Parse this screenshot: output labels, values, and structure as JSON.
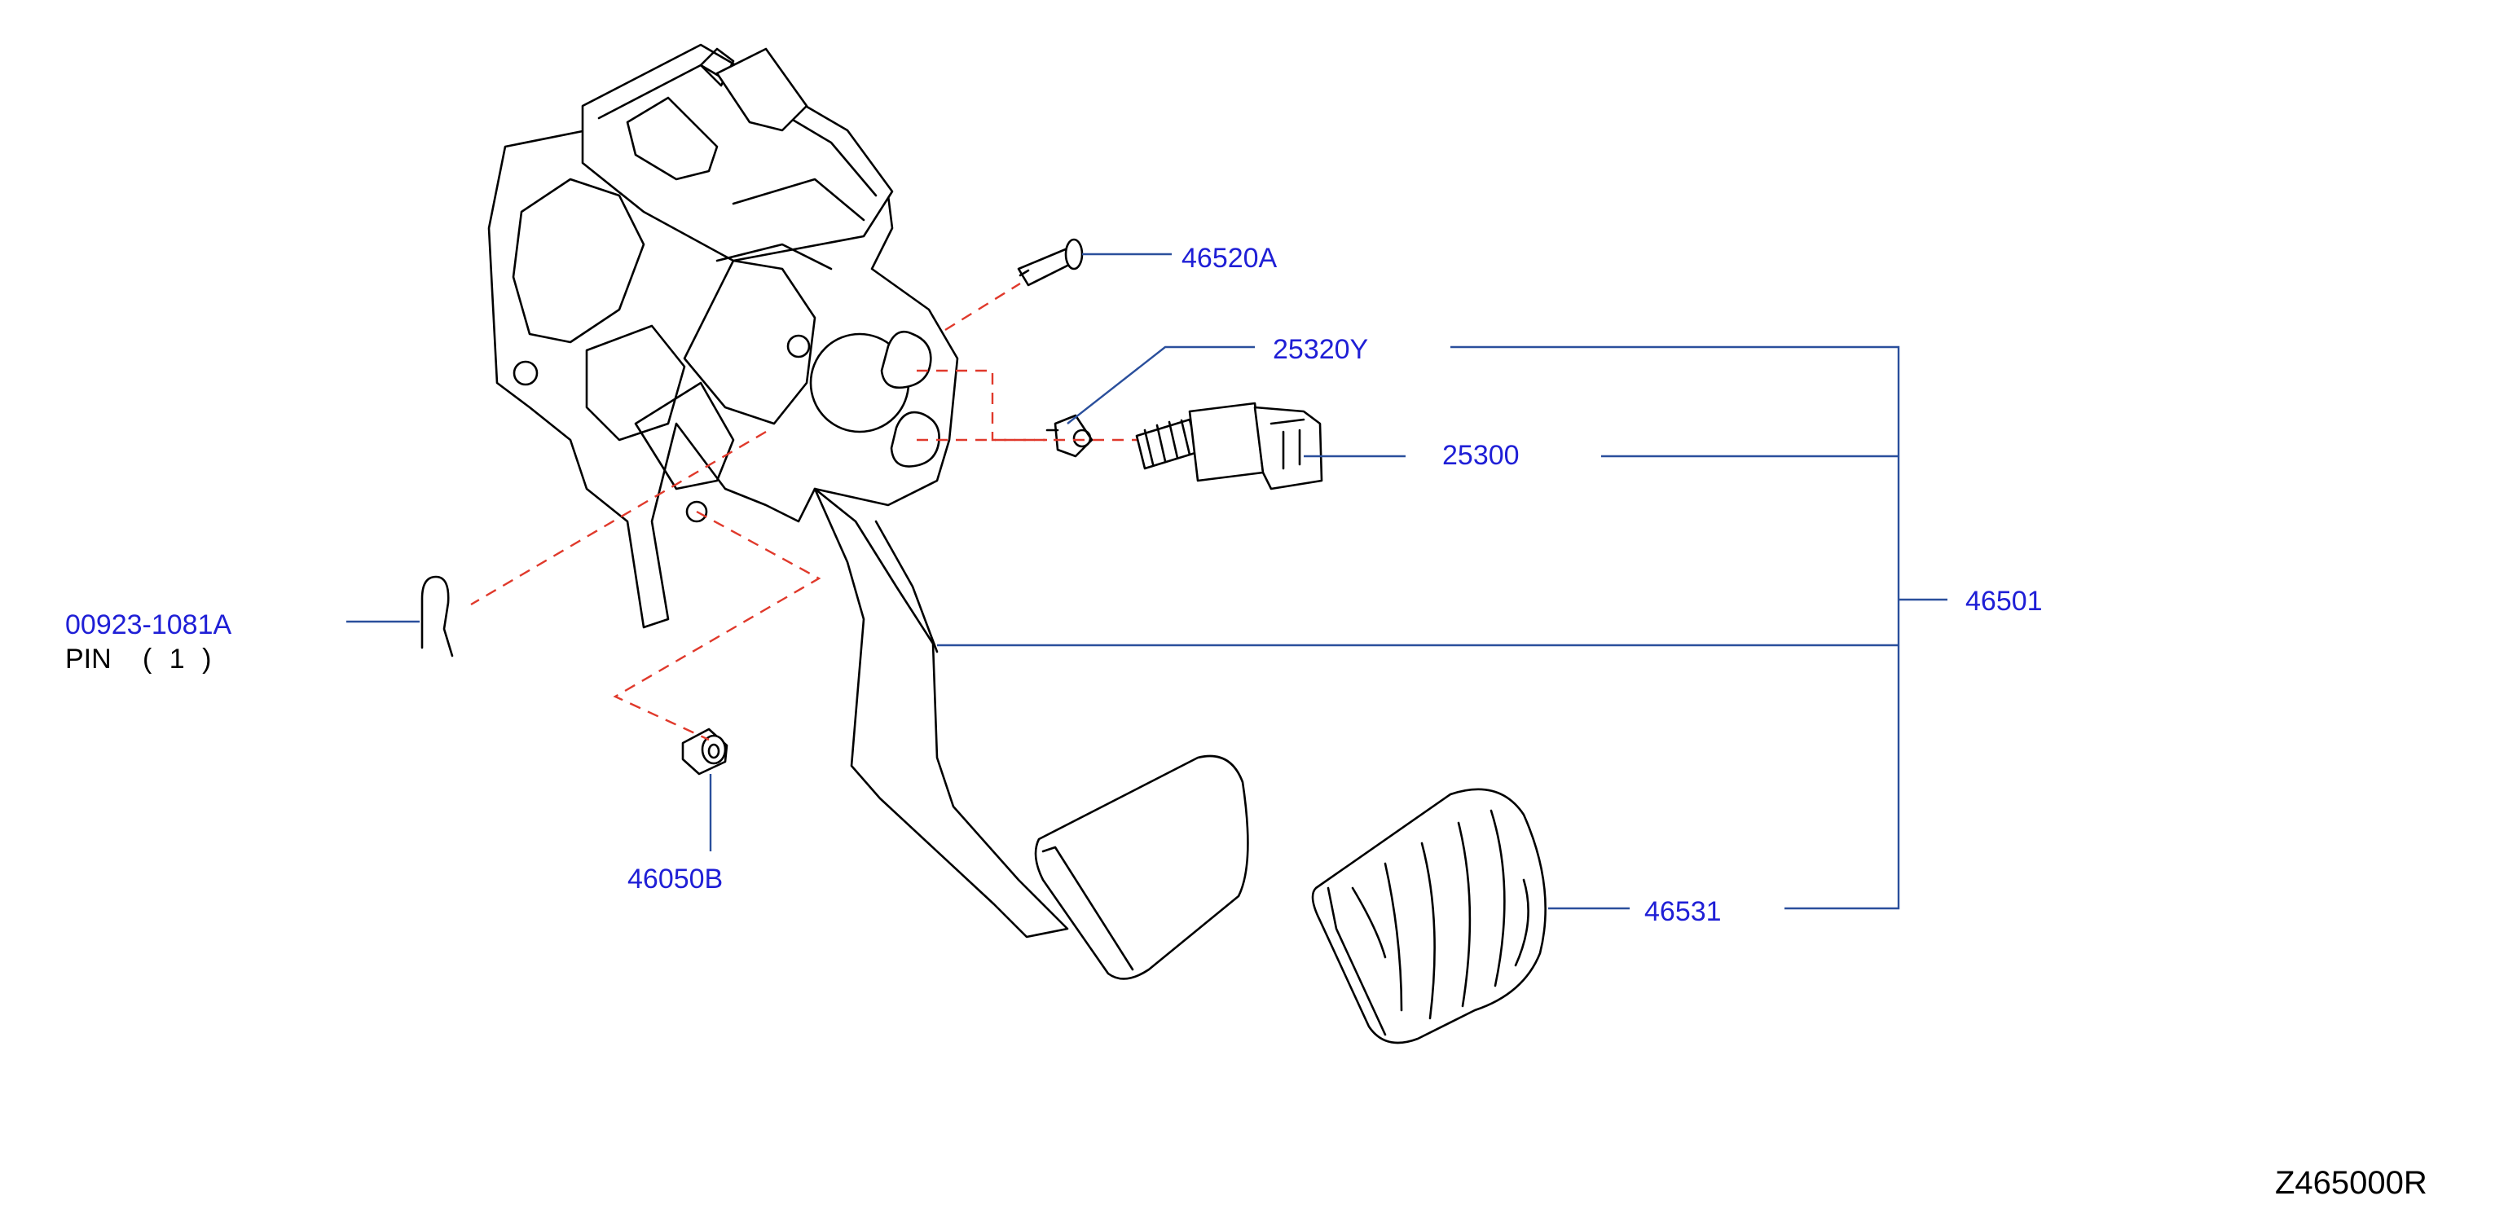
{
  "diagram_code": "Z465000R",
  "callouts": {
    "p46520A": "46520A",
    "p25320Y": "25320Y",
    "p25300": "25300",
    "p46501": "46501",
    "p00923": "00923-1081A",
    "pin_text": "PIN",
    "pin_qty": "( 1 )",
    "p46050B": "46050B",
    "p46531": "46531"
  },
  "colors": {
    "part_number": "#1f1fd6",
    "leader_line": "#2a4f9c",
    "assembly_dash": "#e0392b",
    "outline": "#000000"
  }
}
